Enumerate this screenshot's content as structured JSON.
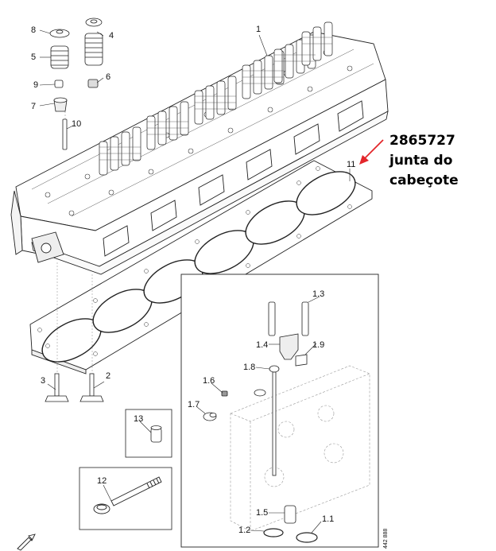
{
  "annotation": {
    "part_number": "2865727",
    "description_line1": "junta do",
    "description_line2": "cabeçote",
    "accent_color": "#e3262b"
  },
  "callouts": {
    "c1": "1",
    "c2": "2",
    "c3": "3",
    "c4": "4",
    "c5": "5",
    "c6": "6",
    "c7": "7",
    "c8": "8",
    "c9": "9",
    "c10": "10",
    "c11": "11",
    "c12": "12",
    "c13": "13",
    "c1_1": "1.1",
    "c1_2": "1.2",
    "c1_3": "1.3",
    "c1_4": "1.4",
    "c1_5": "1.5",
    "c1_6": "1.6",
    "c1_7": "1.7",
    "c1_8": "1.8",
    "c1_9": "1.9"
  },
  "drawing_code": "442 888"
}
